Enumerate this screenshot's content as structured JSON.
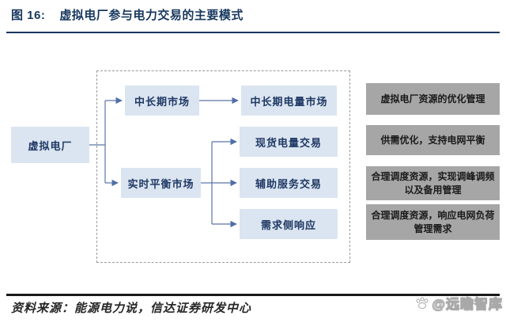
{
  "header": {
    "figure_label": "图 16:",
    "title": "虚拟电厂参与电力交易的主要模式"
  },
  "diagram": {
    "root": {
      "label": "虚拟电厂"
    },
    "markets": [
      {
        "label": "中长期市场"
      },
      {
        "label": "实时平衡市场"
      }
    ],
    "submarkets": [
      {
        "label": "中长期电量市场"
      },
      {
        "label": "现货电量交易"
      },
      {
        "label": "辅助服务交易"
      },
      {
        "label": "需求侧响应"
      }
    ],
    "notes": [
      {
        "text": "虚拟电厂资源的优化管理"
      },
      {
        "text": "供需优化，支持电网平衡"
      },
      {
        "text": "合理调度资源，实现调峰调频以及备用管理"
      },
      {
        "text": "合理调度资源，响应电网负荷管理需求"
      }
    ]
  },
  "footer": {
    "source": "资料来源：能源电力说，信达证券研发中心",
    "watermark": "@远瞻智库",
    "watermark_icon": "paw-logo-icon"
  },
  "colors": {
    "title_navy": "#17375e",
    "node_fill": "#dbe5f1",
    "node_text": "#1f3864",
    "note_fill": "#a6a6a6",
    "connector_blue": "#5b75a9",
    "dashed_border": "#9a9a9a",
    "footer_rule": "#1a1a1a"
  }
}
